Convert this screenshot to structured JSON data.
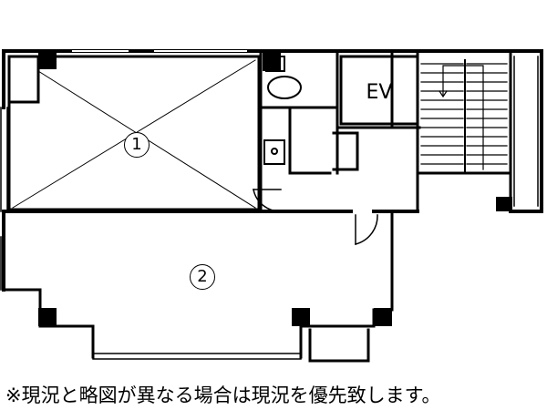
{
  "rooms": {
    "room1": "1",
    "room2": "2",
    "elevator": "EV"
  },
  "note": "※現況と略図が異なる場合は現況を優先致します。"
}
